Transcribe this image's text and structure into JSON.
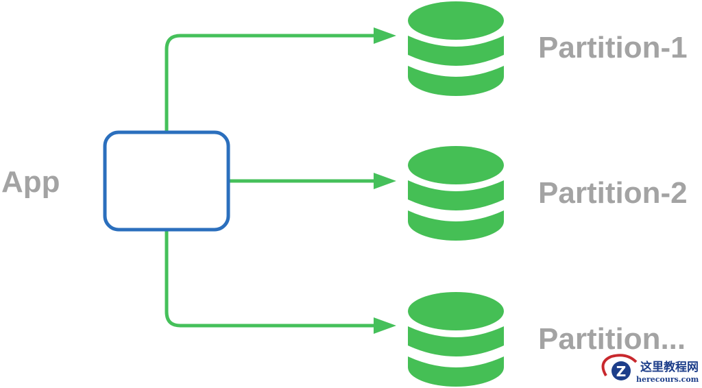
{
  "app": {
    "label": "App"
  },
  "partitions": [
    {
      "label": "Partition-1"
    },
    {
      "label": "Partition-2"
    },
    {
      "label": "Partition..."
    }
  ],
  "watermark": {
    "logo_letter": "Z",
    "title": "这里教程网",
    "url": "herecours.com"
  },
  "colors": {
    "arrow": "#45c05a",
    "database": "#45bf55",
    "app_box_border": "#2b6fbd",
    "label_text": "#a3a3a3",
    "watermark_blue": "#1d3e8a",
    "watermark_red": "#c8282d"
  }
}
